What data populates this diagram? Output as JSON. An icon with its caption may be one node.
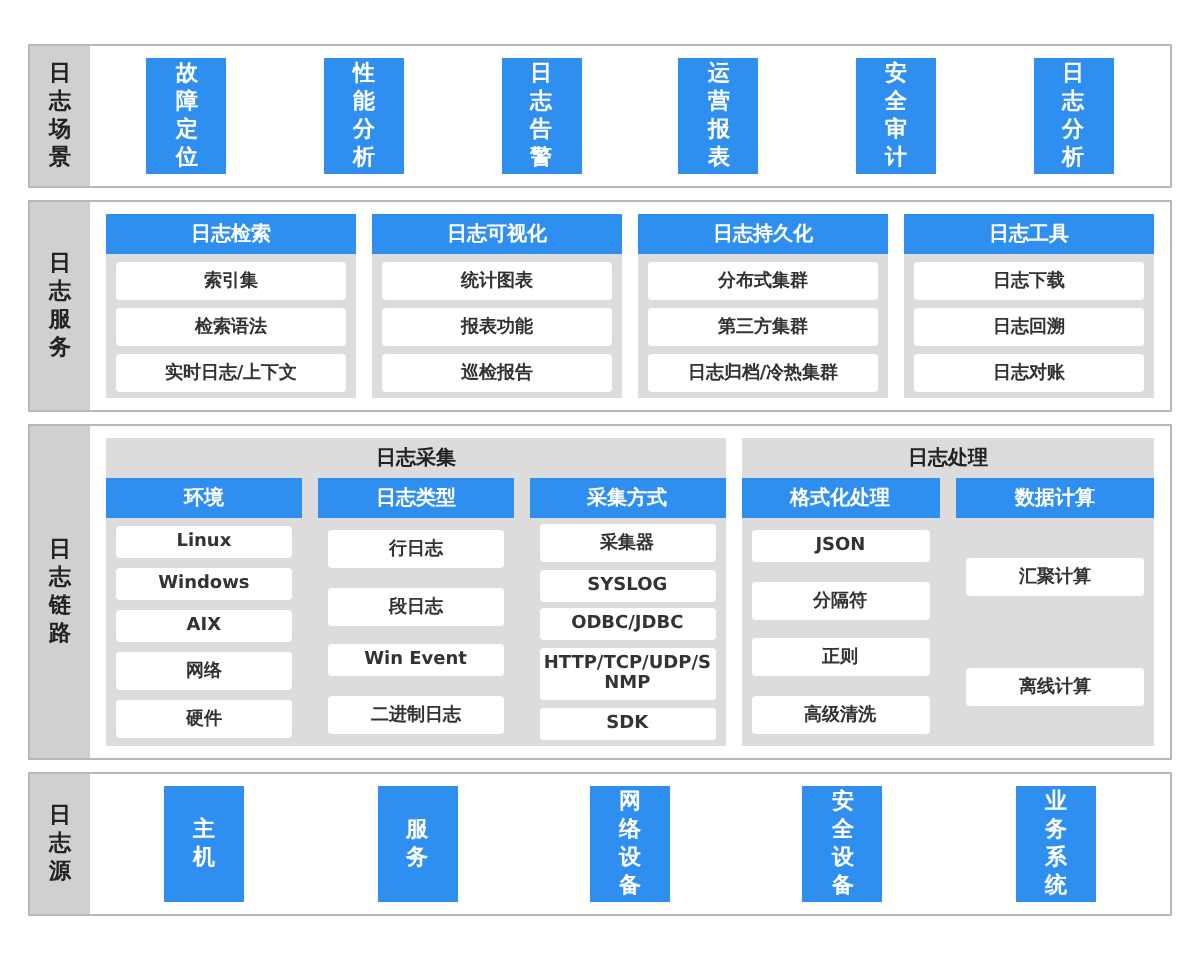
{
  "diagram": {
    "nodes": [
      {
        "text": [
          "日志场景"
        ]
      },
      {
        "text": [
          "故障定位"
        ],
        "in": 0
      },
      {
        "text": [
          "性能分析"
        ],
        "in": 0
      },
      {
        "text": [
          "日志告警"
        ],
        "in": 0
      },
      {
        "text": [
          "运营报表"
        ],
        "in": 0
      },
      {
        "text": [
          "安全审计"
        ],
        "in": 0
      },
      {
        "text": [
          "日志分析"
        ],
        "in": 0
      },
      {
        "text": [
          "日志服务"
        ]
      },
      {
        "text": [
          "日志检索"
        ],
        "in": 7
      },
      {
        "text": [
          "索引集"
        ],
        "in": 8
      },
      {
        "text": [
          "检索语法"
        ],
        "in": 8
      },
      {
        "text": [
          "实时日志/上下文"
        ],
        "in": 8
      },
      {
        "text": [
          "日志可视化"
        ],
        "in": 7
      },
      {
        "text": [
          "统计图表"
        ],
        "in": 12
      },
      {
        "text": [
          "报表功能"
        ],
        "in": 12
      },
      {
        "text": [
          "巡检报告"
        ],
        "in": 12
      },
      {
        "text": [
          "日志持久化"
        ],
        "in": 7
      },
      {
        "text": [
          "分布式集群"
        ],
        "in": 16
      },
      {
        "text": [
          "第三方集群"
        ],
        "in": 16
      },
      {
        "text": [
          "日志归档/冷热集群"
        ],
        "in": 16
      },
      {
        "text": [
          "日志工具"
        ],
        "in": 7
      },
      {
        "text": [
          "日志下载"
        ],
        "in": 20
      },
      {
        "text": [
          "日志回溯"
        ],
        "in": 20
      },
      {
        "text": [
          "日志对账"
        ],
        "in": 20
      },
      {
        "text": [
          "日志链路"
        ]
      },
      {
        "text": [
          "日志采集"
        ],
        "in": 24
      },
      {
        "text": [
          "环境"
        ],
        "in": 25
      },
      {
        "text": [
          "Linux"
        ],
        "in": 26
      },
      {
        "text": [
          "Windows"
        ],
        "in": 26
      },
      {
        "text": [
          "AIX"
        ],
        "in": 26
      },
      {
        "text": [
          "网络"
        ],
        "in": 26
      },
      {
        "text": [
          "硬件"
        ],
        "in": 26
      },
      {
        "text": [
          "日志类型"
        ],
        "in": 25
      },
      {
        "text": [
          "行日志"
        ],
        "in": 32
      },
      {
        "text": [
          "段日志"
        ],
        "in": 32
      },
      {
        "text": [
          "Win Event"
        ],
        "in": 32
      },
      {
        "text": [
          "二进制日志"
        ],
        "in": 32
      },
      {
        "text": [
          "采集方式"
        ],
        "in": 25
      },
      {
        "text": [
          "采集器"
        ],
        "in": 37
      },
      {
        "text": [
          "SYSLOG"
        ],
        "in": 37
      },
      {
        "text": [
          "ODBC/JDBC"
        ],
        "in": 37
      },
      {
        "text": [
          "HTTP/TCP/UDP/SNMP"
        ],
        "in": 37
      },
      {
        "text": [
          "SDK"
        ],
        "in": 37
      },
      {
        "text": [
          "日志处理"
        ],
        "in": 24
      },
      {
        "text": [
          "格式化处理"
        ],
        "in": 43
      },
      {
        "text": [
          "JSON"
        ],
        "in": 44
      },
      {
        "text": [
          "分隔符"
        ],
        "in": 44
      },
      {
        "text": [
          "正则"
        ],
        "in": 44
      },
      {
        "text": [
          "高级清洗"
        ],
        "in": 44
      },
      {
        "text": [
          "数据计算"
        ],
        "in": 43
      },
      {
        "text": [
          "汇聚计算"
        ],
        "in": 49
      },
      {
        "text": [
          "离线计算"
        ],
        "in": 49
      },
      {
        "text": [
          "日志源"
        ]
      },
      {
        "text": [
          "主机"
        ],
        "in": 52
      },
      {
        "text": [
          "服务"
        ],
        "in": 52
      },
      {
        "text": [
          "网络设备"
        ],
        "in": 52
      },
      {
        "text": [
          "安全设备"
        ],
        "in": 52
      },
      {
        "text": [
          "业务系统"
        ],
        "in": 52
      }
    ]
  }
}
